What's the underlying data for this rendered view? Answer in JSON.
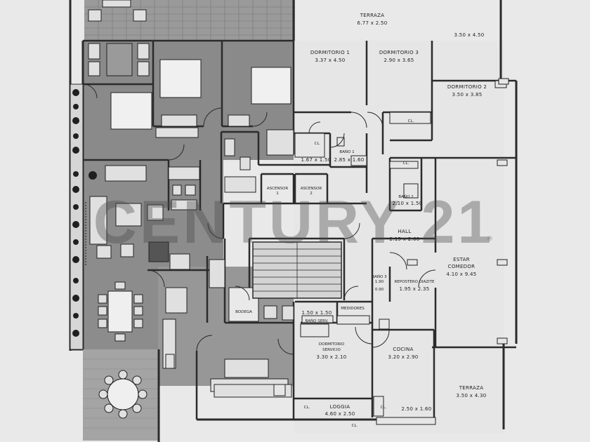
{
  "watermark": {
    "brand": "CENTURY 21",
    "mark": "®"
  },
  "rooms": {
    "terraza_top": {
      "name": "TERRAZA",
      "dims": "6.77 x 2.50"
    },
    "terraza_right_dims": "3.50 x 4.50",
    "dormitorio_1": {
      "name": "DORMITORIO 1",
      "dims": "3.37 x 4.50"
    },
    "dormitorio_3": {
      "name": "DORMITORIO 3",
      "dims": "2.90 x 3.65"
    },
    "dormitorio_2": {
      "name": "DORMITORIO 2",
      "dims": "3.50 x 3.85"
    },
    "closet_a_dims": "1.67 x 1.50",
    "bano_1": {
      "name": "BAÑO 1",
      "dims": "2.85 x 1.60"
    },
    "bano_2": {
      "name": "BAÑO 2",
      "dims": "2.10 x 1.50"
    },
    "ascensor_1": {
      "name": "ASCENSOR",
      "num": "1"
    },
    "ascensor_2": {
      "name": "ASCENSOR",
      "num": "2"
    },
    "hall": {
      "name": "HALL",
      "dims": "2.15 x 2.60"
    },
    "estar": {
      "name": "ESTAR",
      "name2": "COMEDOR",
      "dims": "4.10 x 9.45"
    },
    "repostero": {
      "name": "REPOSTERO DIAZITE",
      "dims": "1.95 x 2.35"
    },
    "bano_3": {
      "name": "BAÑO 3",
      "dims1": "1.90",
      "dims2": "0.90"
    },
    "bodega": "BODEGA",
    "bano_serv": {
      "dims": "1.50 x 1.50",
      "name": "BAÑO SERV."
    },
    "medidores": "MEDIDORES",
    "dormitorio_servicio": {
      "name": "DORMITORIO",
      "name2": "SERVICIO",
      "dims": "3.30 x 2.10"
    },
    "cocina": {
      "name": "COCINA",
      "dims": "3.20 x 2.90"
    },
    "terraza_bottom": {
      "name": "TERRAZA",
      "dims": "3.50 x 4.30"
    },
    "loggia": {
      "name": "LOGGIA",
      "dims": "4.60 x 2.50"
    },
    "small_dims": "2.50 x 1.60",
    "closet_label": "CL."
  },
  "colors": {
    "background": "#e9e9e9",
    "wall": "#2b2b2b",
    "shaded_unit": "#8a8a8a",
    "light_room": "#e4e4e4",
    "stair": "#d4d4d4",
    "plant": "#1f1f1f"
  }
}
